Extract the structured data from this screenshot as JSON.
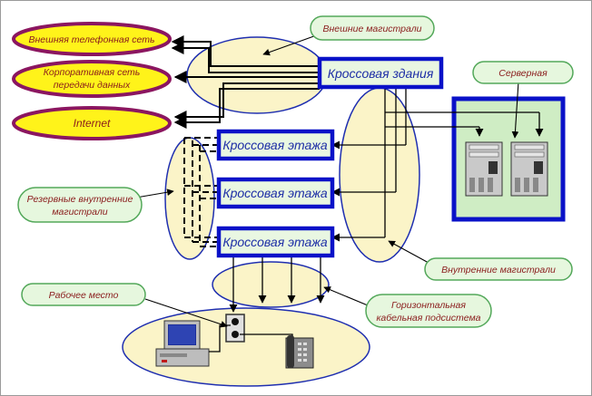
{
  "colors": {
    "ellipse_fill": "#fbf4c8",
    "ellipse_stroke": "#1f2fb0",
    "external_fill": "#fff31a",
    "external_stroke": "#8b1660",
    "callout_fill": "#e6f7de",
    "callout_stroke": "#53a85a",
    "callout_text": "#8a1c1c",
    "cross_fill": "#e9f7e2",
    "cross_stroke": "#0a12c8",
    "cross_text": "#1e2ea6",
    "server_room_fill": "#cfedc4",
    "line": "#000000"
  },
  "external_networks": {
    "phone": "Внешняя телефонная сеть",
    "corp_line1": "Корпоративная  сеть",
    "corp_line2": "передачи данных",
    "internet": "Internet"
  },
  "cross_connects": {
    "building": "Кроссовая здания",
    "floor1": "Кроссовая этажа",
    "floor2": "Кроссовая этажа",
    "floor3": "Кроссовая этажа"
  },
  "callouts": {
    "external_trunks": "Внешние магистрали",
    "server_room": "Серверная",
    "reserve_line1": "Резервные внутренние",
    "reserve_line2": "магистрали",
    "internal_trunks": "Внутренние магистрали",
    "workplace": "Рабочее место",
    "horizontal_line1": "Горизонтальная",
    "horizontal_line2": "кабельная подсистема"
  },
  "icons": {
    "server1": "server-tower-icon",
    "server2": "server-tower-icon",
    "computer": "desktop-computer-icon",
    "outlet": "wall-outlet-icon",
    "phone": "telephone-icon"
  }
}
